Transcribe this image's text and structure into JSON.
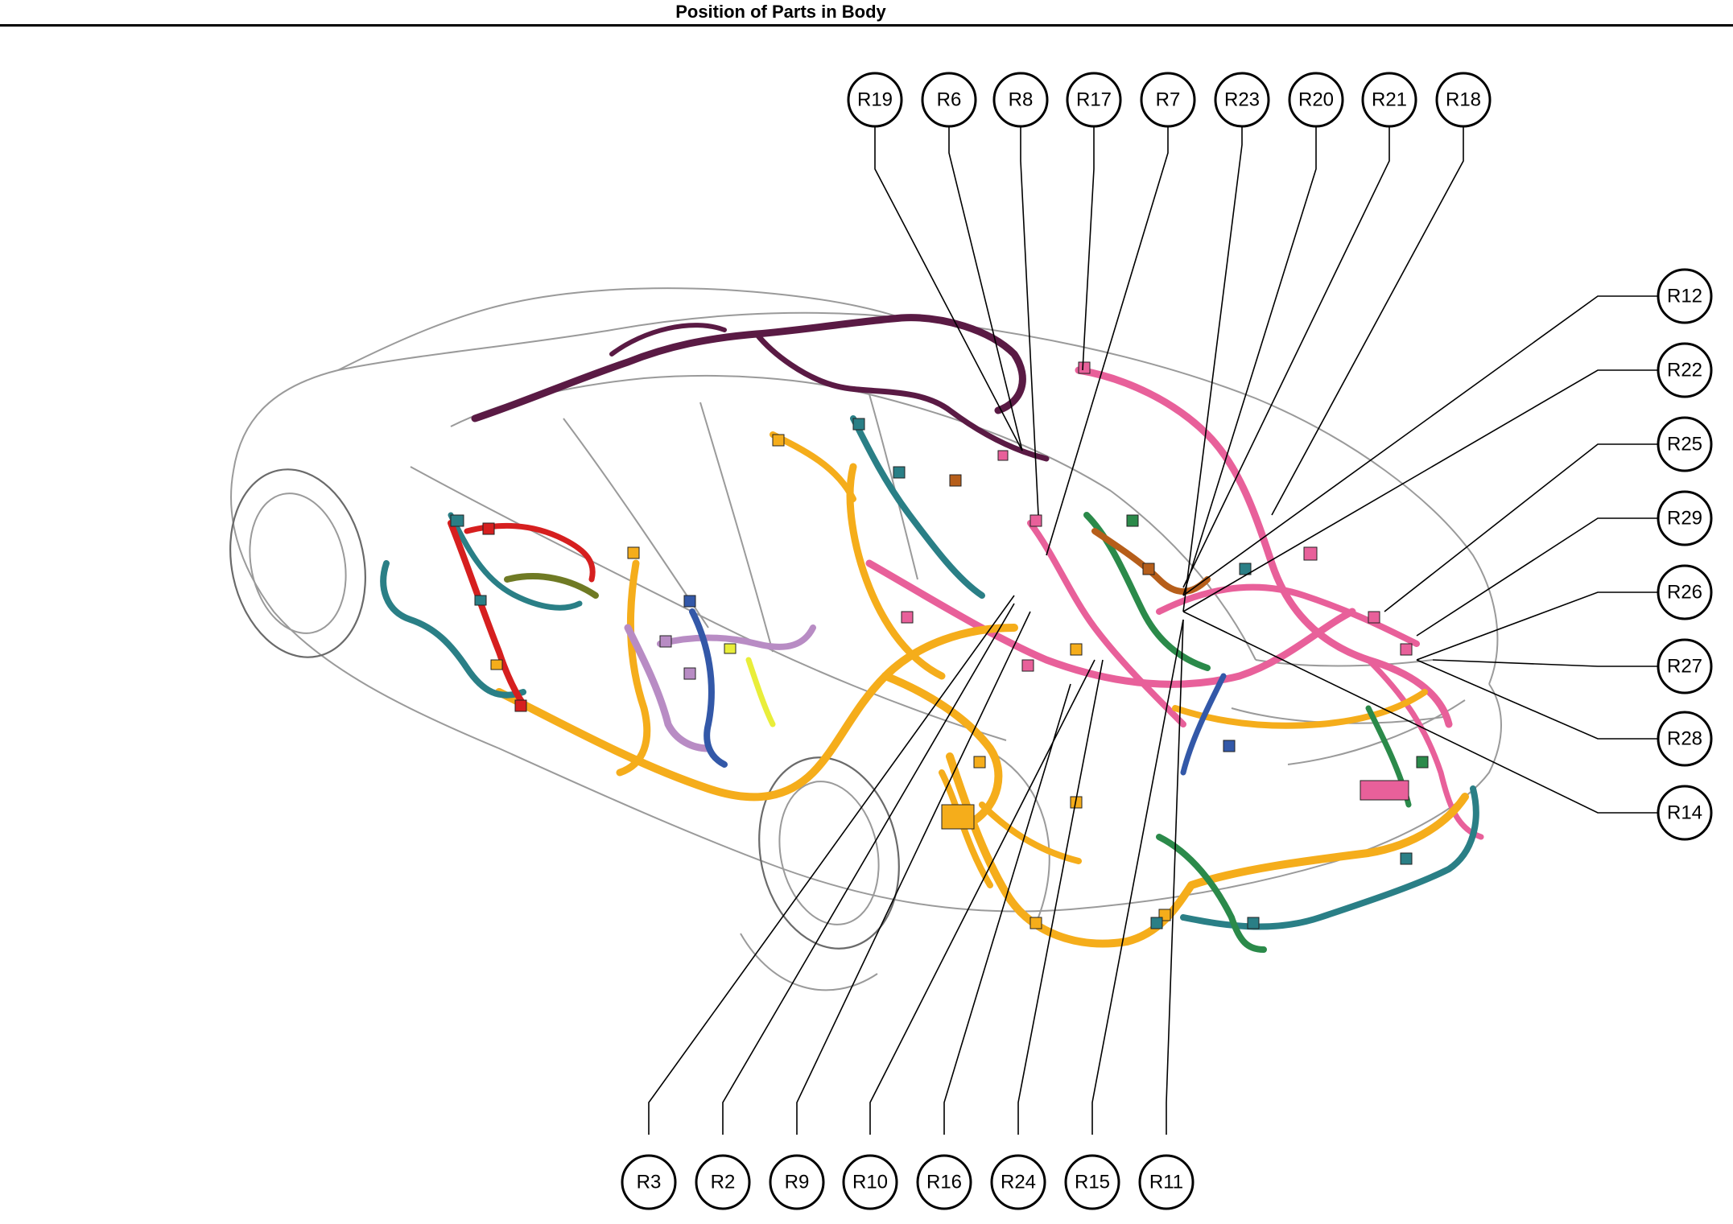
{
  "header": {
    "title": "Position of Parts in Body"
  },
  "callouts": {
    "top": [
      "R19",
      "R6",
      "R8",
      "R17",
      "R7",
      "R23",
      "R20",
      "R21",
      "R18"
    ],
    "right": [
      "R12",
      "R22",
      "R25",
      "R29",
      "R26",
      "R27",
      "R28",
      "R14"
    ],
    "bottom": [
      "R3",
      "R2",
      "R9",
      "R10",
      "R16",
      "R24",
      "R15",
      "R11"
    ]
  },
  "colors": {
    "floor_harness": "#f5ad1b",
    "rear_harness": "#e8609a",
    "roof_harness": "#5a1a44",
    "door_harness": "#2a7f86",
    "red_harness": "#d61f1f",
    "purple_harness": "#b88cc4",
    "blue_harness": "#3358a8",
    "green_harness": "#2b8a4a",
    "brown_harness": "#b65e1a",
    "olive_harness": "#6f7a24",
    "yellow_harness": "#e9ee3a"
  }
}
